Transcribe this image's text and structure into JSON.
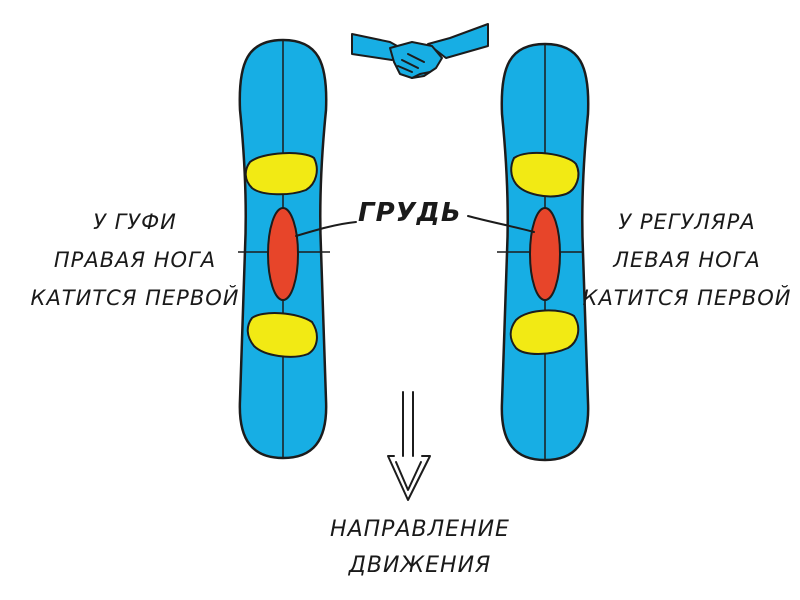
{
  "colors": {
    "board": "#17aee4",
    "binding": "#f2ea14",
    "chest": "#e7452a",
    "outline": "#1c1c1c",
    "handshake": "#17aee4"
  },
  "icons": {
    "handshake": "handshake-icon",
    "arrow": "arrow-down-icon"
  },
  "labels": {
    "chest": "ГРУДЬ",
    "goofy_line1": "У ГУФИ",
    "goofy_line2": "ПРАВАЯ НОГА",
    "goofy_line3": "КАТИТСЯ ПЕРВОЙ",
    "regular_line1": "У РЕГУЛЯРА",
    "regular_line2": "ЛЕВАЯ НОГА",
    "regular_line3": "КАТИТСЯ ПЕРВОЙ",
    "direction_line1": "НАПРАВЛЕНИЕ",
    "direction_line2": "ДВИЖЕНИЯ"
  }
}
